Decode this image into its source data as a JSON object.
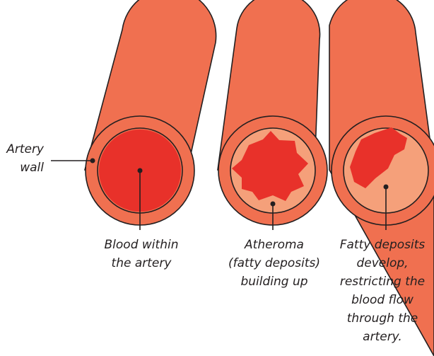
{
  "colors": {
    "artery_outer": "#f07050",
    "artery_ring_light": "#f5a07a",
    "blood": "#e8312a",
    "outline": "#231f20",
    "text": "#231f20"
  },
  "labels": {
    "artery_wall": "Artery\nwall",
    "blood": "Blood within\nthe artery",
    "atheroma": "Atheroma\n(fatty deposits)\nbuilding up",
    "fatty": "Fatty deposits\ndevelop,\nrestricting the\nblood flow\nthrough the\nartery."
  }
}
